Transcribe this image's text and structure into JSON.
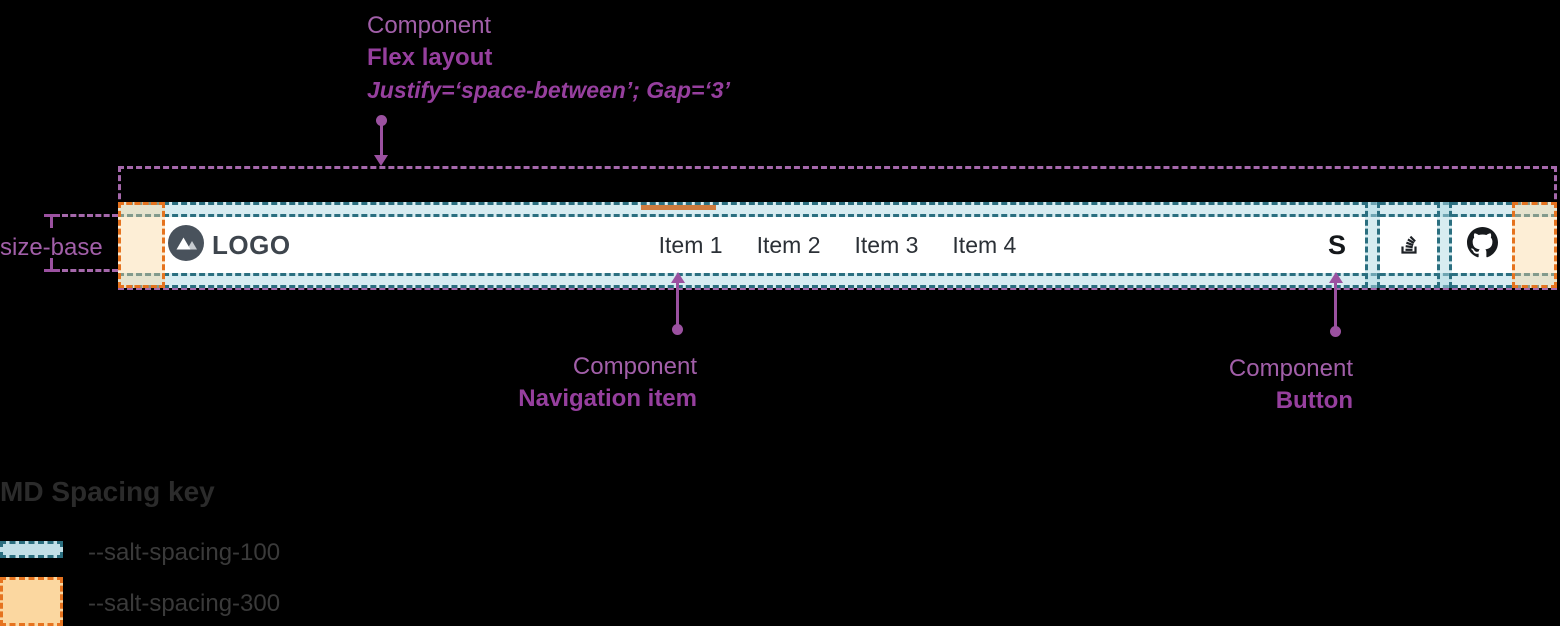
{
  "annotation_flex": {
    "title": "Component",
    "subtitle": "Flex layout",
    "detail": "Justify=‘space-between’; Gap=‘3’"
  },
  "annotation_nav_item": {
    "title": "Component",
    "subtitle": "Navigation item"
  },
  "annotation_button": {
    "title": "Component",
    "subtitle": "Button"
  },
  "size_base_label": "size-base",
  "navbar": {
    "logo": {
      "text": "LOGO",
      "icon": "mountain-logo-icon"
    },
    "items": [
      {
        "label": "Item 1",
        "active": true
      },
      {
        "label": "Item 2",
        "active": false
      },
      {
        "label": "Item 3",
        "active": false
      },
      {
        "label": "Item 4",
        "active": false
      }
    ],
    "buttons": [
      {
        "icon": "s-logo-icon",
        "label": "S"
      },
      {
        "icon": "stackoverflow-icon"
      },
      {
        "icon": "github-icon"
      }
    ]
  },
  "legend": {
    "title": "MD Spacing key",
    "entries": [
      {
        "token": "--salt-spacing-100",
        "fill": "#c2e0e8",
        "border": "#2b6f80"
      },
      {
        "token": "--salt-spacing-300",
        "fill": "#fbd7a0",
        "border": "#e5731f"
      }
    ]
  },
  "colors": {
    "background": "#000000",
    "annotation_purple": "#9b51a0",
    "teal_dash": "#2b6f80",
    "orange_dash": "#e5731f",
    "active_indicator": "#cf7c3f",
    "navbar_background": "#ffffff"
  }
}
